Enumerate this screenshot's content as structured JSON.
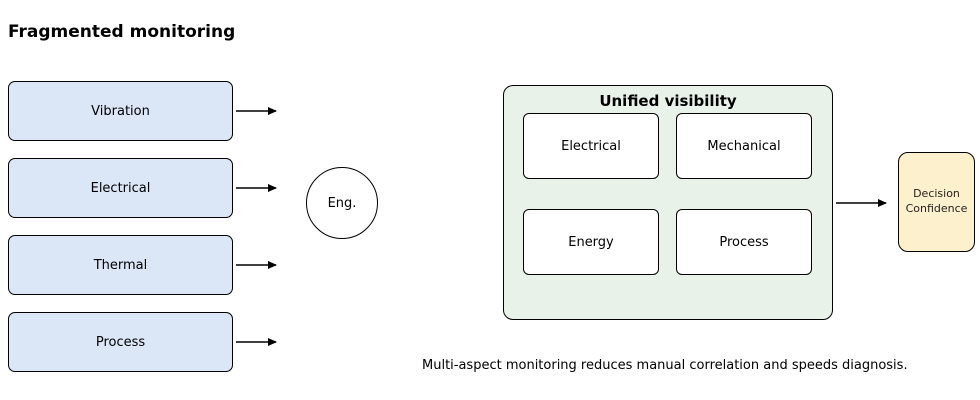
{
  "title": "Fragmented monitoring",
  "fragmented": {
    "items": [
      "Vibration",
      "Electrical",
      "Thermal",
      "Process"
    ]
  },
  "engineer": {
    "label": "Eng."
  },
  "unified": {
    "title": "Unified visibility",
    "items": [
      "Electrical",
      "Mechanical",
      "Energy",
      "Process"
    ]
  },
  "decision": {
    "line1": "Decision",
    "line2": "Confidence"
  },
  "caption": "Multi-aspect monitoring reduces manual correlation and speeds diagnosis.",
  "colors": {
    "fragmented_box_fill": "#dbe6f7",
    "unified_panel_fill": "#e9f2e9",
    "decision_box_fill": "#fdf0cd",
    "stroke": "#000000"
  }
}
